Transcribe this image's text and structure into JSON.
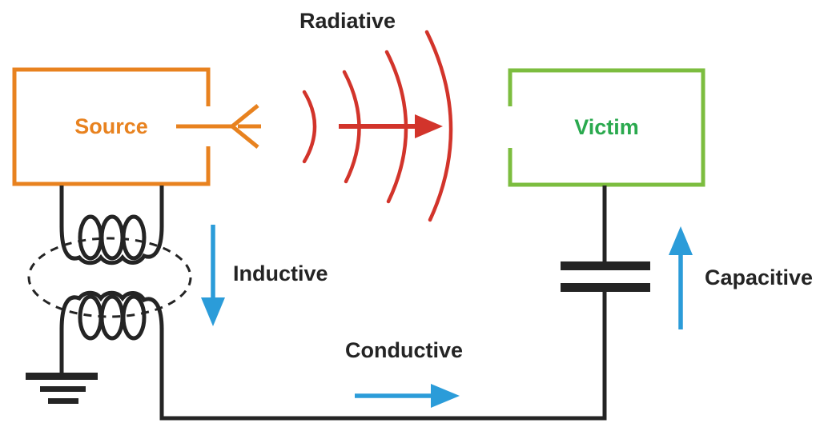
{
  "colors": {
    "orange": "#E8821F",
    "green-box": "#7CBD3F",
    "green-text": "#2AA94E",
    "red": "#D2342B",
    "blue": "#2B9CD9",
    "ink": "#242424"
  },
  "nodes": {
    "source": {
      "label": "Source"
    },
    "victim": {
      "label": "Victim"
    }
  },
  "couplings": {
    "radiative": {
      "label": "Radiative"
    },
    "inductive": {
      "label": "Inductive"
    },
    "conductive": {
      "label": "Conductive"
    },
    "capacitive": {
      "label": "Capacitive"
    }
  },
  "icons": [
    "antenna-icon",
    "radiation-waves-icon",
    "radiative-arrow-icon",
    "transformer-primary-coil-icon",
    "transformer-secondary-coil-icon",
    "coupling-ellipse-icon",
    "ground-icon",
    "capacitor-icon",
    "inductive-arrow-icon",
    "conductive-arrow-icon",
    "capacitive-arrow-icon"
  ]
}
